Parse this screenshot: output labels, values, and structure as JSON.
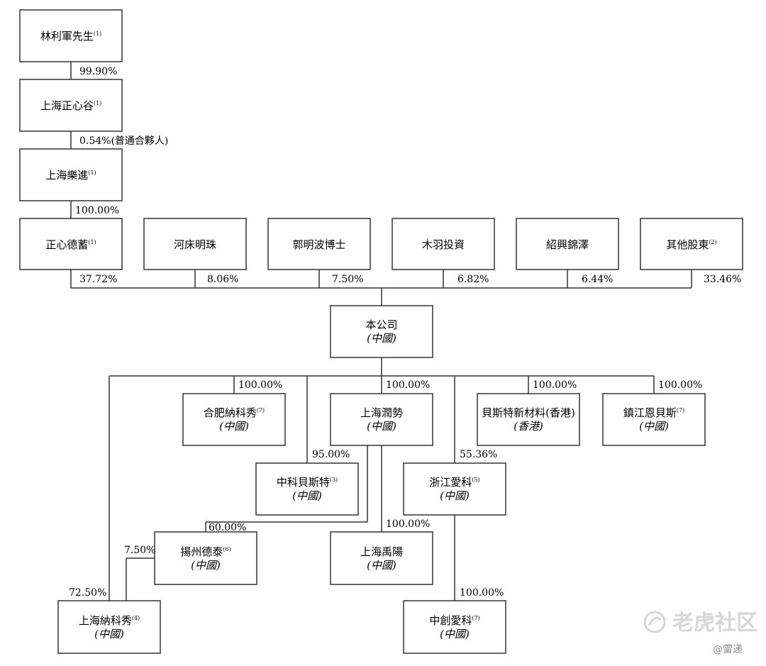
{
  "nodes": {
    "lin": {
      "name": "林利軍先生",
      "note": "(1)"
    },
    "szx": {
      "name": "上海正心谷",
      "note": "(1)"
    },
    "slj": {
      "name": "上海樂進",
      "note": "(1)"
    },
    "zxdx": {
      "name": "正心德蓄",
      "note": "(1)"
    },
    "hcmz": {
      "name": "河床明珠"
    },
    "gmb": {
      "name": "郭明波博士"
    },
    "myt": {
      "name": "木羽投資"
    },
    "sxjz": {
      "name": "紹興錦澤"
    },
    "qtgd": {
      "name": "其他股東",
      "note": "(2)"
    },
    "company": {
      "name": "本公司",
      "sub": "(中國)"
    },
    "hfnkx": {
      "name": "合肥納科秀",
      "note": "(7)",
      "sub": "(中國)"
    },
    "shrs": {
      "name": "上海潤勢",
      "sub": "(中國)"
    },
    "bstxcl": {
      "name": "貝斯特新材料(香港)",
      "sub": "(香港)"
    },
    "zjebs": {
      "name": "鎮江恩貝斯",
      "note": "(7)",
      "sub": "(中國)"
    },
    "zkbst": {
      "name": "中科貝斯特",
      "note": "(3)",
      "sub": "(中國)"
    },
    "zjak": {
      "name": "浙江愛科",
      "note": "(5)",
      "sub": "(中國)"
    },
    "yzdt": {
      "name": "揚州德泰",
      "note": "(6)",
      "sub": "(中國)"
    },
    "shyy": {
      "name": "上海禹陽",
      "sub": "(中國)"
    },
    "shnkx": {
      "name": "上海納科秀",
      "note": "(4)",
      "sub": "(中國)"
    },
    "zcak": {
      "name": "中創愛科",
      "note": "(7)",
      "sub": "(中國)"
    }
  },
  "percentages": {
    "lin_szx": "99.90%",
    "szx_slj": "0.54%(普通合夥人)",
    "slj_zxdx": "100.00%",
    "zxdx_co": "37.72%",
    "hcmz_co": "8.06%",
    "gmb_co": "7.50%",
    "myt_co": "6.82%",
    "sxjz_co": "6.44%",
    "qtgd_co": "33.46%",
    "co_hfnkx": "100.00%",
    "co_shrs": "100.00%",
    "co_bstxcl": "100.00%",
    "co_zjebs": "100.00%",
    "co_zkbst": "95.00%",
    "co_zjak": "55.36%",
    "shrs_yzdt": "60.00%",
    "shrs_shyy": "100.00%",
    "yzdt_shnkx": "7.50%",
    "co_shnkx": "72.50%",
    "zjak_zcak": "100.00%"
  },
  "watermark": {
    "main": "老虎社区",
    "sub": "@雷递"
  }
}
